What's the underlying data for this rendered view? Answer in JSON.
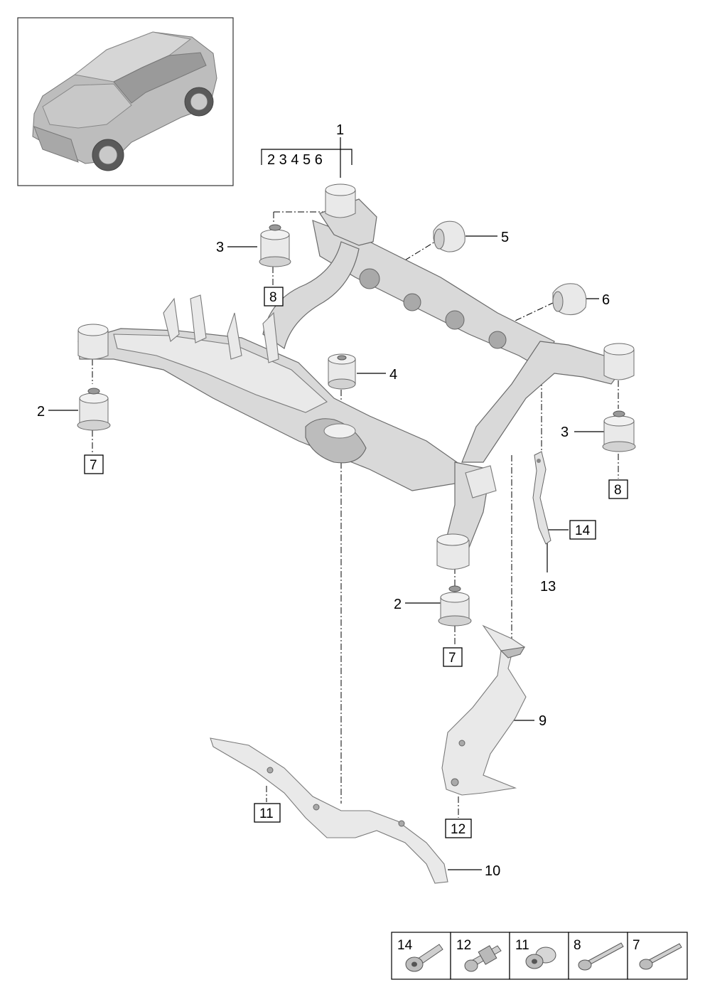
{
  "callouts": {
    "c1": "1",
    "group": "2 3 4 5 6",
    "c2_left": "2",
    "c2_right": "2",
    "c3_left": "3",
    "c3_right": "3",
    "c4": "4",
    "c5": "5",
    "c6": "6",
    "c9": "9",
    "c10": "10",
    "c13": "13"
  },
  "boxed": {
    "b7_left": "7",
    "b7_right": "7",
    "b8_left": "8",
    "b8_right": "8",
    "b11": "11",
    "b12": "12",
    "b14": "14"
  },
  "legend": {
    "cells": [
      {
        "label": "14",
        "icon": "socket-head-bolt-icon"
      },
      {
        "label": "12",
        "icon": "flange-nut-bolt-icon"
      },
      {
        "label": "11",
        "icon": "flange-nut-icon"
      },
      {
        "label": "8",
        "icon": "long-bolt-icon"
      },
      {
        "label": "7",
        "icon": "long-bolt-icon"
      }
    ]
  }
}
